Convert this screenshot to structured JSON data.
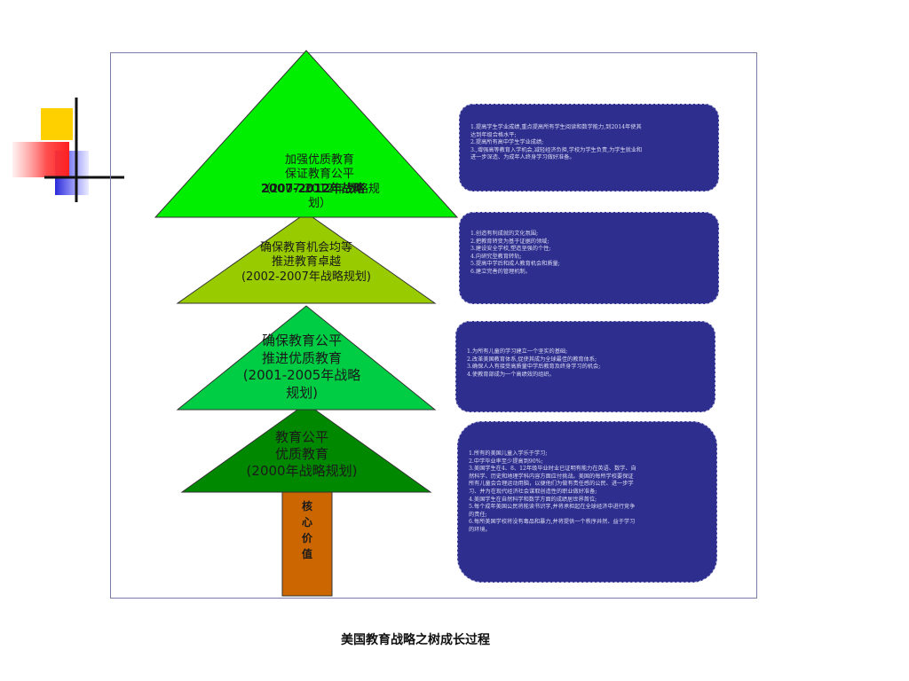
{
  "tiers": [
    {
      "lines": [
        "加强优质教育",
        "保证教育公平",
        "（2007-2012年战略规",
        "划）"
      ],
      "overlay": "2007-2012年战略",
      "color": "#00ee00"
    },
    {
      "lines": [
        "确保教育机会均等",
        "推进教育卓越",
        "(2002-2007年战略规划)"
      ],
      "color": "#99cc00"
    },
    {
      "lines": [
        "确保教育公平",
        "推进优质教育",
        "(2001-2005年战略",
        "规划)"
      ],
      "color": "#00cc44"
    },
    {
      "lines": [
        "教育公平",
        "优质教育",
        "(2000年战略规划)"
      ],
      "color": "#008800"
    }
  ],
  "trunk": {
    "lines": [
      "核",
      "心",
      "价",
      "值"
    ],
    "color": "#cc6600"
  },
  "boxes": [
    {
      "lines": [
        "1.提高学生学业成绩,重点提高所有学生阅读和数学能力,到2014年使其",
        "达到年级合格水平;",
        "2.提高所有高中学生学业成绩;",
        "3.,增强高等教育入学机会,减轻经济负担,学校为学生负责,为学生就业和",
        "进一步深造、为成年人终身学习做好准备。"
      ]
    },
    {
      "lines": [
        "1.创造有利成就的文化氛围;",
        "2.把教育转变为基于证据的领域;",
        "3.建设安全学校,塑造坚强的个性;",
        "4.向研究型教育转轨;",
        "5.提高中学后和成人教育机会和质量;",
        "6.建立完善的管理机制。"
      ]
    },
    {
      "lines": [
        "1.为所有儿童的学习建立一个坚实的基础;",
        "2.改革美国教育体系,促使其成为全球最佳的教育体系;",
        "3.确保人人有接受高质量中学后教育及终身学习的机会;",
        "4.使教育部成为一个高绩效的组织。"
      ]
    },
    {
      "lines": [
        "1.所有的美国儿童入学乐于学习;",
        "2.中学毕业率至少提高到90%;",
        "3.美国学生在4、8、12年级毕业时业已证明有能力在英语、数学、自",
        "然科学、历史和地理学科内容方面应付挑战。美国的每所学校要保证",
        "所有儿童会合理运动用脑，以便他们为做有责任感的公民、进一步学",
        "习、并为在现代经济社会谋取创造性的职业做好准备;",
        "4.美国学生在自然科学和数学方面的成绩居世界首位;",
        "5.每个成年美国公民将能读书识字,并将承担起在全球经济中进行竞争",
        "的责任;",
        "6.每所美国学校将没有毒品和暴力,并将提供一个秩序井然、益于学习",
        "的环境。"
      ]
    }
  ],
  "caption": "美国教育战略之树成长过程"
}
